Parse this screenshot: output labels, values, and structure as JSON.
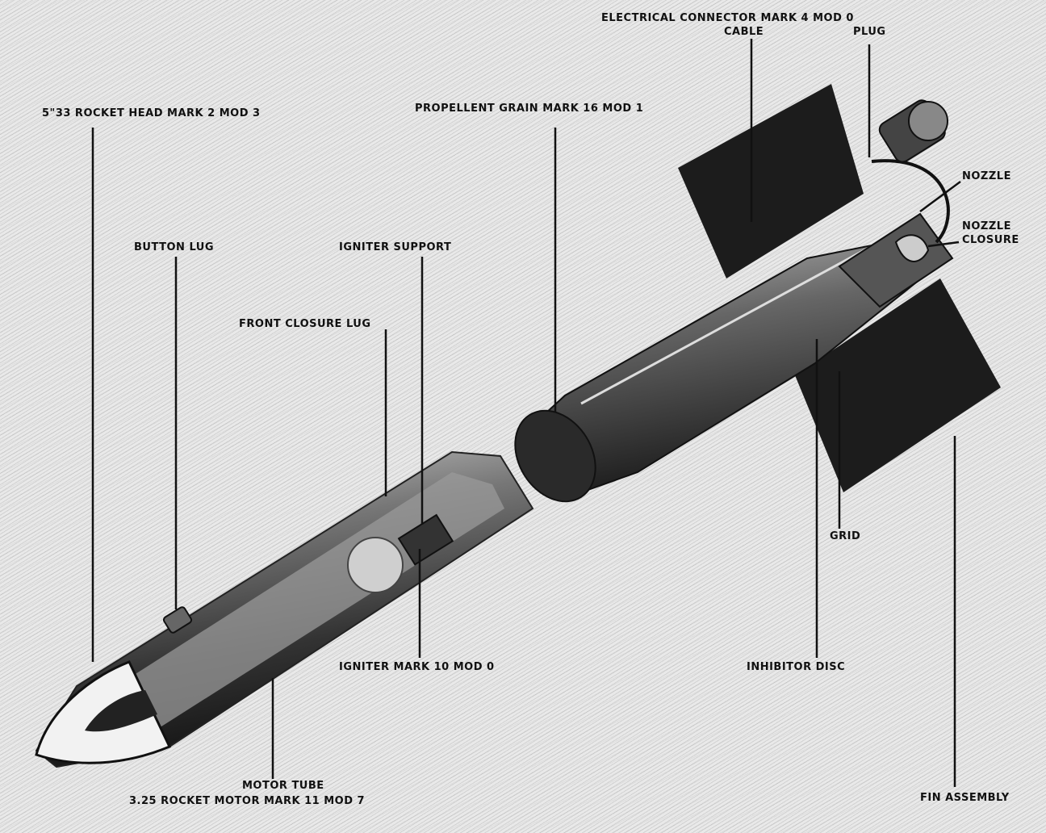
{
  "labels": {
    "rocket_head": "5\"33 ROCKET HEAD MARK 2 MOD 3",
    "propellent_grain": "PROPELLENT GRAIN MARK 16 MOD 1",
    "electrical_connector": "ELECTRICAL CONNECTOR MARK 4 MOD 0",
    "cable": "CABLE",
    "plug": "PLUG",
    "nozzle": "NOZZLE",
    "nozzle_closure_1": "NOZZLE",
    "nozzle_closure_2": "CLOSURE",
    "button_lug": "BUTTON LUG",
    "igniter_support": "IGNITER SUPPORT",
    "front_closure_lug": "FRONT CLOSURE LUG",
    "grid": "GRID",
    "igniter": "IGNITER MARK 10 MOD 0",
    "inhibitor_disc": "INHIBITOR DISC",
    "motor_tube": "MOTOR TUBE",
    "rocket_motor": "3.25 ROCKET MOTOR MARK 11 MOD 7",
    "fin_assembly": "FIN ASSEMBLY"
  }
}
